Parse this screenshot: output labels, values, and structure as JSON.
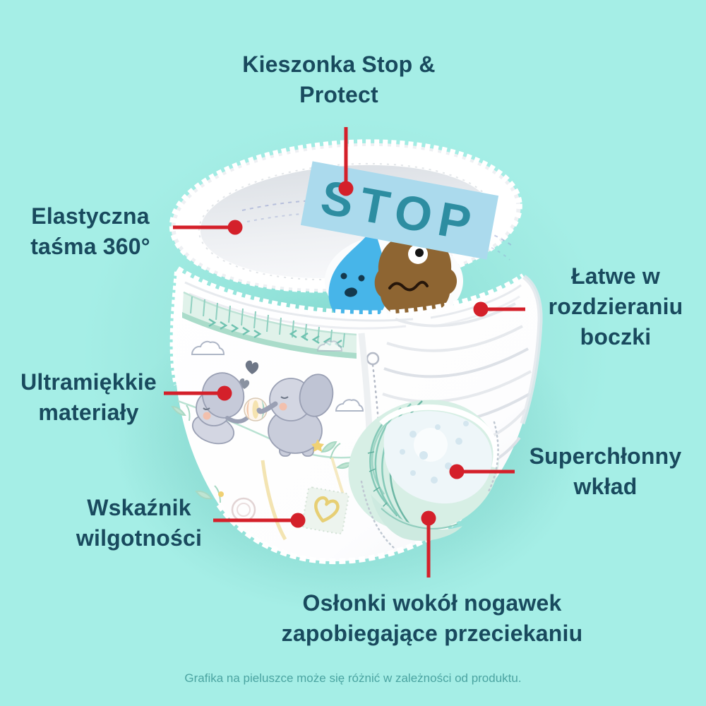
{
  "figure": {
    "stop_badge": "STOP",
    "footnote": "Grafika na pieluszce może się różnić w zależności od produktu."
  },
  "callouts": {
    "pocket": {
      "label": "Kieszonka Stop & Protect"
    },
    "elastic_band": {
      "label": "Elastyczna taśma 360°"
    },
    "easy_tear_sides": {
      "label": "Łatwe w rozdzieraniu boczki"
    },
    "soft_materials": {
      "label": "Ultramiękkie materiały"
    },
    "absorbent_core": {
      "label": "Superchłonny wkład"
    },
    "wetness_indicator": {
      "label": "Wskaźnik wilgotności"
    },
    "leg_cuffs": {
      "label": "Osłonki wokół nogawek zapobiegające przeciekaniu"
    }
  },
  "colors": {
    "background": "#a5eee6",
    "label_text": "#194a5e",
    "callout_red": "#d4202a",
    "stop_banner_bg": "#abdaed",
    "stop_text": "#2d8da1",
    "footnote_text": "#4ba4a1",
    "drop_character": "#47b5e9",
    "blob_character": "#8e6532",
    "mint_band": "#aadcca"
  }
}
